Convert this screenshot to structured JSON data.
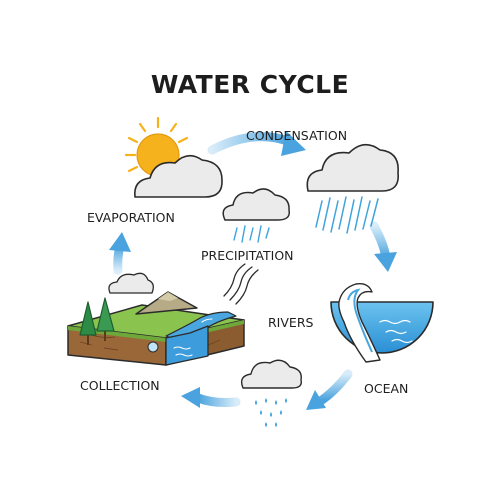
{
  "title": "WATER CYCLE",
  "labels": {
    "condensation": "CONDENSATION",
    "evaporation": "EVAPORATION",
    "precipitation": "PRECIPITATION",
    "rivers": "RIVERS",
    "collection": "COLLECTION",
    "ocean": "OCEAN"
  },
  "colors": {
    "arrow": "#5aaee2",
    "sun": "#f6b21c",
    "cloud": "#ebebeb",
    "water": "#4aa6df",
    "rain": "#3fa3dd",
    "grass": "#8ac44f",
    "soil": "#9a6838",
    "tree": "#2e8b46",
    "mountain": "#b6ab86",
    "outline": "#2b2b2b"
  }
}
